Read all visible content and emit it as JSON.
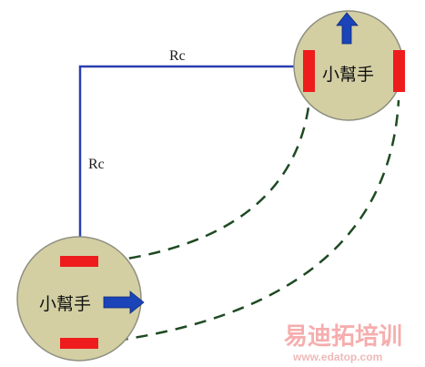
{
  "diagram": {
    "radius_label_top": "Rc",
    "radius_label_left": "Rc",
    "robot_top_label": "小幫手",
    "robot_bottom_label": "小幫手",
    "colors": {
      "robot_body": "#d3cfa3",
      "robot_border": "#8f8f80",
      "wheel": "#ee1c1c",
      "arrow": "#1a44b8",
      "radius_line": "#2a3fb0",
      "path_dash": "#1e4a22"
    }
  },
  "watermark": {
    "brand_text": "易迪拓培训",
    "url_text": "www.edatop.com",
    "colors": {
      "brand": "#ef6a6a",
      "url": "#e08080"
    }
  }
}
